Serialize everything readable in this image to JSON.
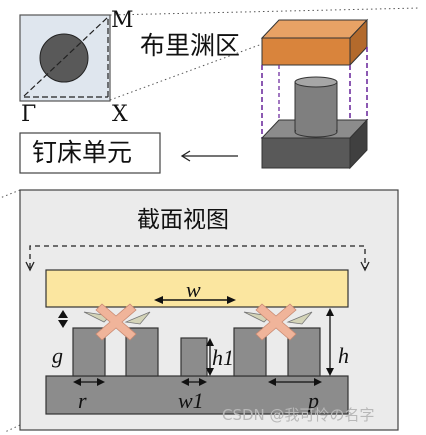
{
  "brillouin_zone": {
    "title": "布里渊区",
    "label_m": "M",
    "label_gamma": "Γ",
    "label_x": "X"
  },
  "unit_cell": {
    "title": "钉床单元"
  },
  "cross_section": {
    "title": "截面视图",
    "label_w": "w",
    "label_g": "g",
    "label_h1": "h1",
    "label_h": "h",
    "label_r": "r",
    "label_w1": "w1",
    "label_p": "p"
  },
  "colors": {
    "bz_square_fill": "#dfe6ee",
    "circle_fill": "#595959",
    "top_plate": "#d9843c",
    "base_block": "#595959",
    "pillar": "#7f7f7f",
    "cross_section_bg": "#ebebeb",
    "top_layer_fill": "#fbe6a0",
    "pin_fill": "#8c8c8c",
    "cross_marker": "#f0b49a",
    "arrow_black": "#000000",
    "dashed_purple": "#7030a0"
  },
  "watermark": "CSDN @我可怜の名字"
}
